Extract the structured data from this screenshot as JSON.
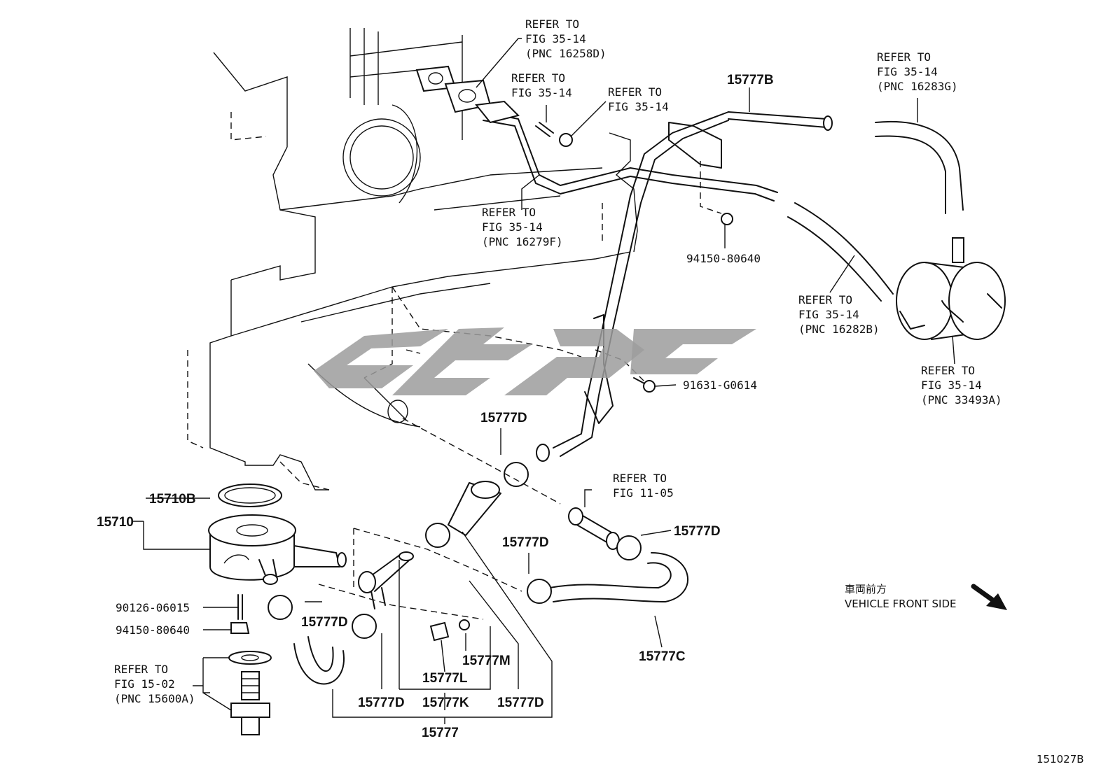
{
  "labels": [
    {
      "id": "refer-16258d",
      "lines": [
        "REFER TO",
        "FIG 35-14",
        "(PNC 16258D)"
      ]
    },
    {
      "id": "refer-a",
      "lines": [
        "REFER TO",
        "FIG 35-14"
      ]
    },
    {
      "id": "refer-b",
      "lines": [
        "REFER TO",
        "FIG 35-14"
      ]
    },
    {
      "id": "refer-16279f",
      "lines": [
        "REFER TO",
        "FIG 35-14",
        "(PNC 16279F)"
      ]
    },
    {
      "id": "refer-16283g",
      "lines": [
        "REFER TO",
        "FIG 35-14",
        "(PNC 16283G)"
      ]
    },
    {
      "id": "refer-16282b",
      "lines": [
        "REFER TO",
        "FIG 35-14",
        "(PNC 16282B)"
      ]
    },
    {
      "id": "refer-33493a",
      "lines": [
        "REFER TO",
        "FIG 35-14",
        "(PNC 33493A)"
      ]
    },
    {
      "id": "refer-11-05",
      "lines": [
        "REFER TO",
        "FIG 11-05"
      ]
    },
    {
      "id": "refer-15600a",
      "lines": [
        "REFER TO",
        "FIG 15-02",
        "(PNC 15600A)"
      ]
    }
  ],
  "part_numbers": {
    "p15777b": "15777B",
    "p94150a": "94150-80640",
    "p91631": "91631-G0614",
    "p15777d_1": "15777D",
    "p15710b": "15710B",
    "p15710": "15710",
    "p15777d_2": "15777D",
    "p15777d_3": "15777D",
    "p90126": "90126-06015",
    "p94150b": "94150-80640",
    "p15777d_4": "15777D",
    "p15777m": "15777M",
    "p15777l": "15777L",
    "p15777c": "15777C",
    "p15777d_5": "15777D",
    "p15777k": "15777K",
    "p15777d_6": "15777D",
    "p15777": "15777"
  },
  "front_note": {
    "jp": "車両前方",
    "en": "VEHICLE FRONT SIDE"
  },
  "figure_id": "151027B"
}
